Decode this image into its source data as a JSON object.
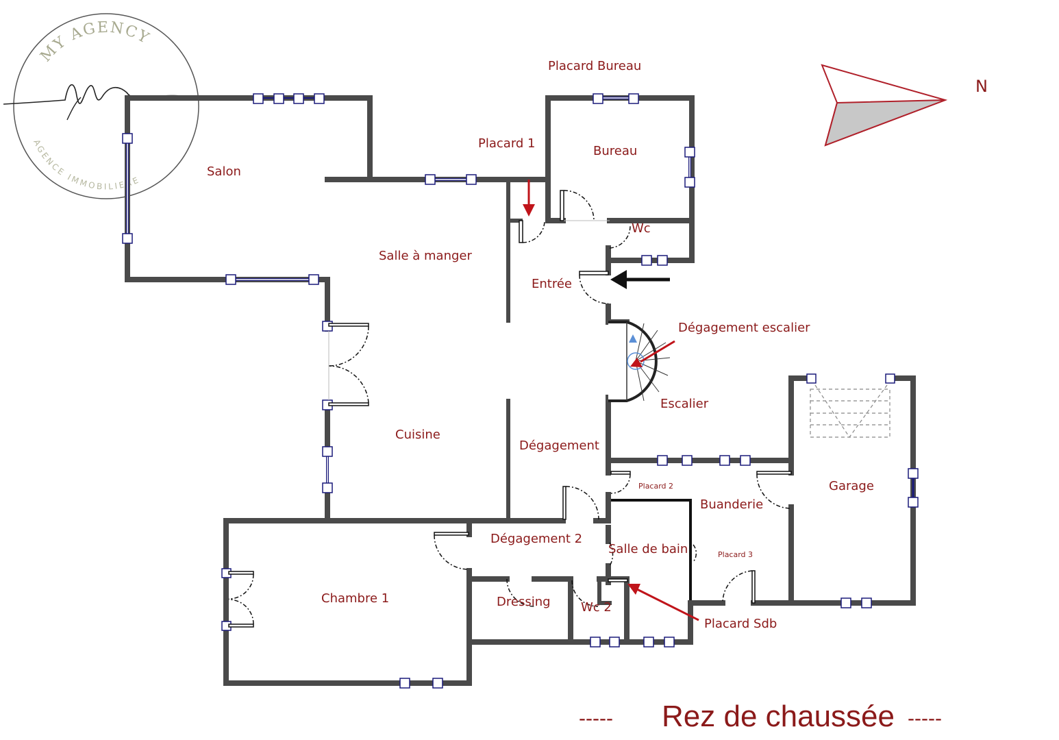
{
  "logo": {
    "top_text": "MY AGENCY",
    "bottom_text": "AGENCE IMMOBILIERE"
  },
  "rooms": {
    "placard_bureau": "Placard Bureau",
    "placard_1": "Placard 1",
    "bureau": "Bureau",
    "salon": "Salon",
    "wc": "Wc",
    "salle_a_manger": "Salle à manger",
    "entree": "Entrée",
    "degagement_escalier": "Dégagement escalier",
    "escalier": "Escalier",
    "cuisine": "Cuisine",
    "degagement": "Dégagement",
    "placard_2": "Placard 2",
    "buanderie": "Buanderie",
    "garage": "Garage",
    "degagement_2": "Dégagement 2",
    "salle_de_bain": "Salle de bain",
    "placard_3": "Placard 3",
    "chambre_1": "Chambre 1",
    "dressing": "Dressing",
    "wc_2": "Wc 2",
    "placard_sdb": "Placard Sdb"
  },
  "compass": {
    "label": "N"
  },
  "footer": {
    "dash_left": "-----",
    "title": "Rez de chaussée",
    "dash_right": "-----"
  },
  "colors": {
    "label": "#8b1a1a",
    "wall": "#4a4a4a",
    "window": "#1a1a7a",
    "arrow_red": "#c0141a",
    "stair_blue": "#5b8fd6"
  }
}
